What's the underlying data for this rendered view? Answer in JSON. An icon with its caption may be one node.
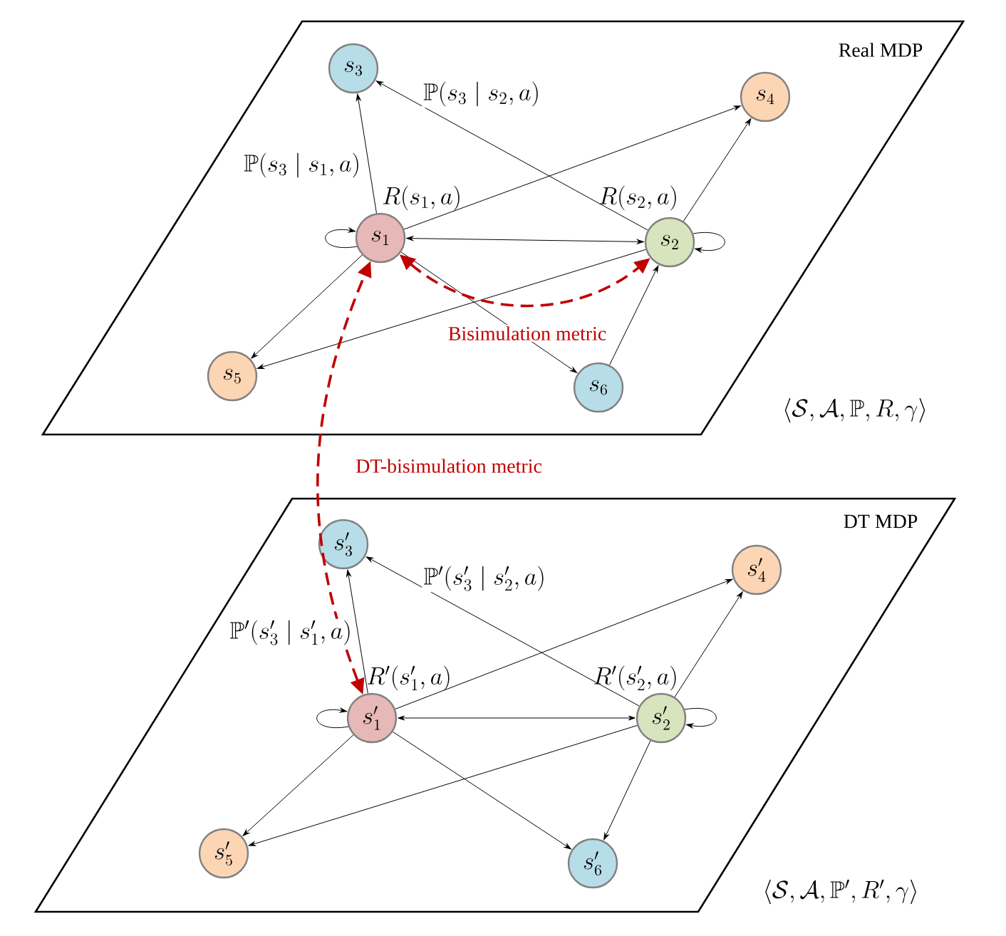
{
  "diagram": {
    "nodes": [
      {
        "text": [
          "Real MDP",
          "\\langle \\mathcal{S}, \\mathcal{A}, \\mathbb{P}, R, \\gamma \\rangle"
        ]
      },
      {
        "text": [
          "s_1"
        ],
        "in": 0,
        "beside": [
          "R(s_1, a)"
        ]
      },
      {
        "text": [
          "s_2"
        ],
        "in": 0,
        "beside": [
          "R(s_2, a)"
        ]
      },
      {
        "text": [
          "s_3"
        ],
        "in": 0
      },
      {
        "text": [
          "s_4"
        ],
        "in": 0
      },
      {
        "text": [
          "s_5"
        ],
        "in": 0
      },
      {
        "text": [
          "s_6"
        ],
        "in": 0
      },
      {
        "text": [
          "DT MDP",
          "\\langle \\mathcal{S}, \\mathcal{A}, \\mathbb{P}', R', \\gamma \\rangle"
        ]
      },
      {
        "text": [
          "s'_1"
        ],
        "in": 7,
        "beside": [
          "R'(s'_1, a)"
        ]
      },
      {
        "text": [
          "s'_2"
        ],
        "in": 7,
        "beside": [
          "R'(s'_2, a)"
        ]
      },
      {
        "text": [
          "s'_3"
        ],
        "in": 7
      },
      {
        "text": [
          "s'_4"
        ],
        "in": 7
      },
      {
        "text": [
          "s'_5"
        ],
        "in": 7
      },
      {
        "text": [
          "s'_6"
        ],
        "in": 7
      }
    ],
    "edges": [
      {
        "from": 1,
        "to": 3,
        "arrow": "to",
        "label": "\\mathbb{P}(s_3 \\mid s_1, a)"
      },
      {
        "from": 2,
        "to": 3,
        "arrow": "to",
        "label": "\\mathbb{P}(s_3 \\mid s_2, a)"
      },
      {
        "from": 1,
        "to": 4,
        "arrow": "to"
      },
      {
        "from": 2,
        "to": 4,
        "arrow": "to"
      },
      {
        "from": 1,
        "to": 2,
        "arrow": "both"
      },
      {
        "from": 1,
        "to": 1,
        "arrow": "to"
      },
      {
        "from": 2,
        "to": 2,
        "arrow": "to"
      },
      {
        "from": 1,
        "to": 5,
        "arrow": "to"
      },
      {
        "from": 2,
        "to": 5,
        "arrow": "to"
      },
      {
        "from": 1,
        "to": 6,
        "arrow": "to"
      },
      {
        "from": 6,
        "to": 2,
        "arrow": "to"
      },
      {
        "from": 1,
        "to": 2,
        "arrow": "both",
        "style": "dashed",
        "color": "#c00000",
        "label": "Bisimulation metric"
      },
      {
        "from": 8,
        "to": 10,
        "arrow": "to",
        "label": "\\mathbb{P}'(s'_3 \\mid s'_1, a)"
      },
      {
        "from": 9,
        "to": 10,
        "arrow": "to",
        "label": "\\mathbb{P}'(s'_3 \\mid s'_2, a)"
      },
      {
        "from": 8,
        "to": 11,
        "arrow": "to"
      },
      {
        "from": 9,
        "to": 11,
        "arrow": "to"
      },
      {
        "from": 8,
        "to": 9,
        "arrow": "both"
      },
      {
        "from": 8,
        "to": 8,
        "arrow": "to"
      },
      {
        "from": 9,
        "to": 9,
        "arrow": "to"
      },
      {
        "from": 8,
        "to": 12,
        "arrow": "to"
      },
      {
        "from": 9,
        "to": 12,
        "arrow": "to"
      },
      {
        "from": 8,
        "to": 13,
        "arrow": "to"
      },
      {
        "from": 9,
        "to": 13,
        "arrow": "to"
      },
      {
        "from": 8,
        "to": 1,
        "arrow": "both",
        "style": "dashed",
        "color": "#c00000",
        "label": "DT-bisimulation metric"
      }
    ]
  }
}
